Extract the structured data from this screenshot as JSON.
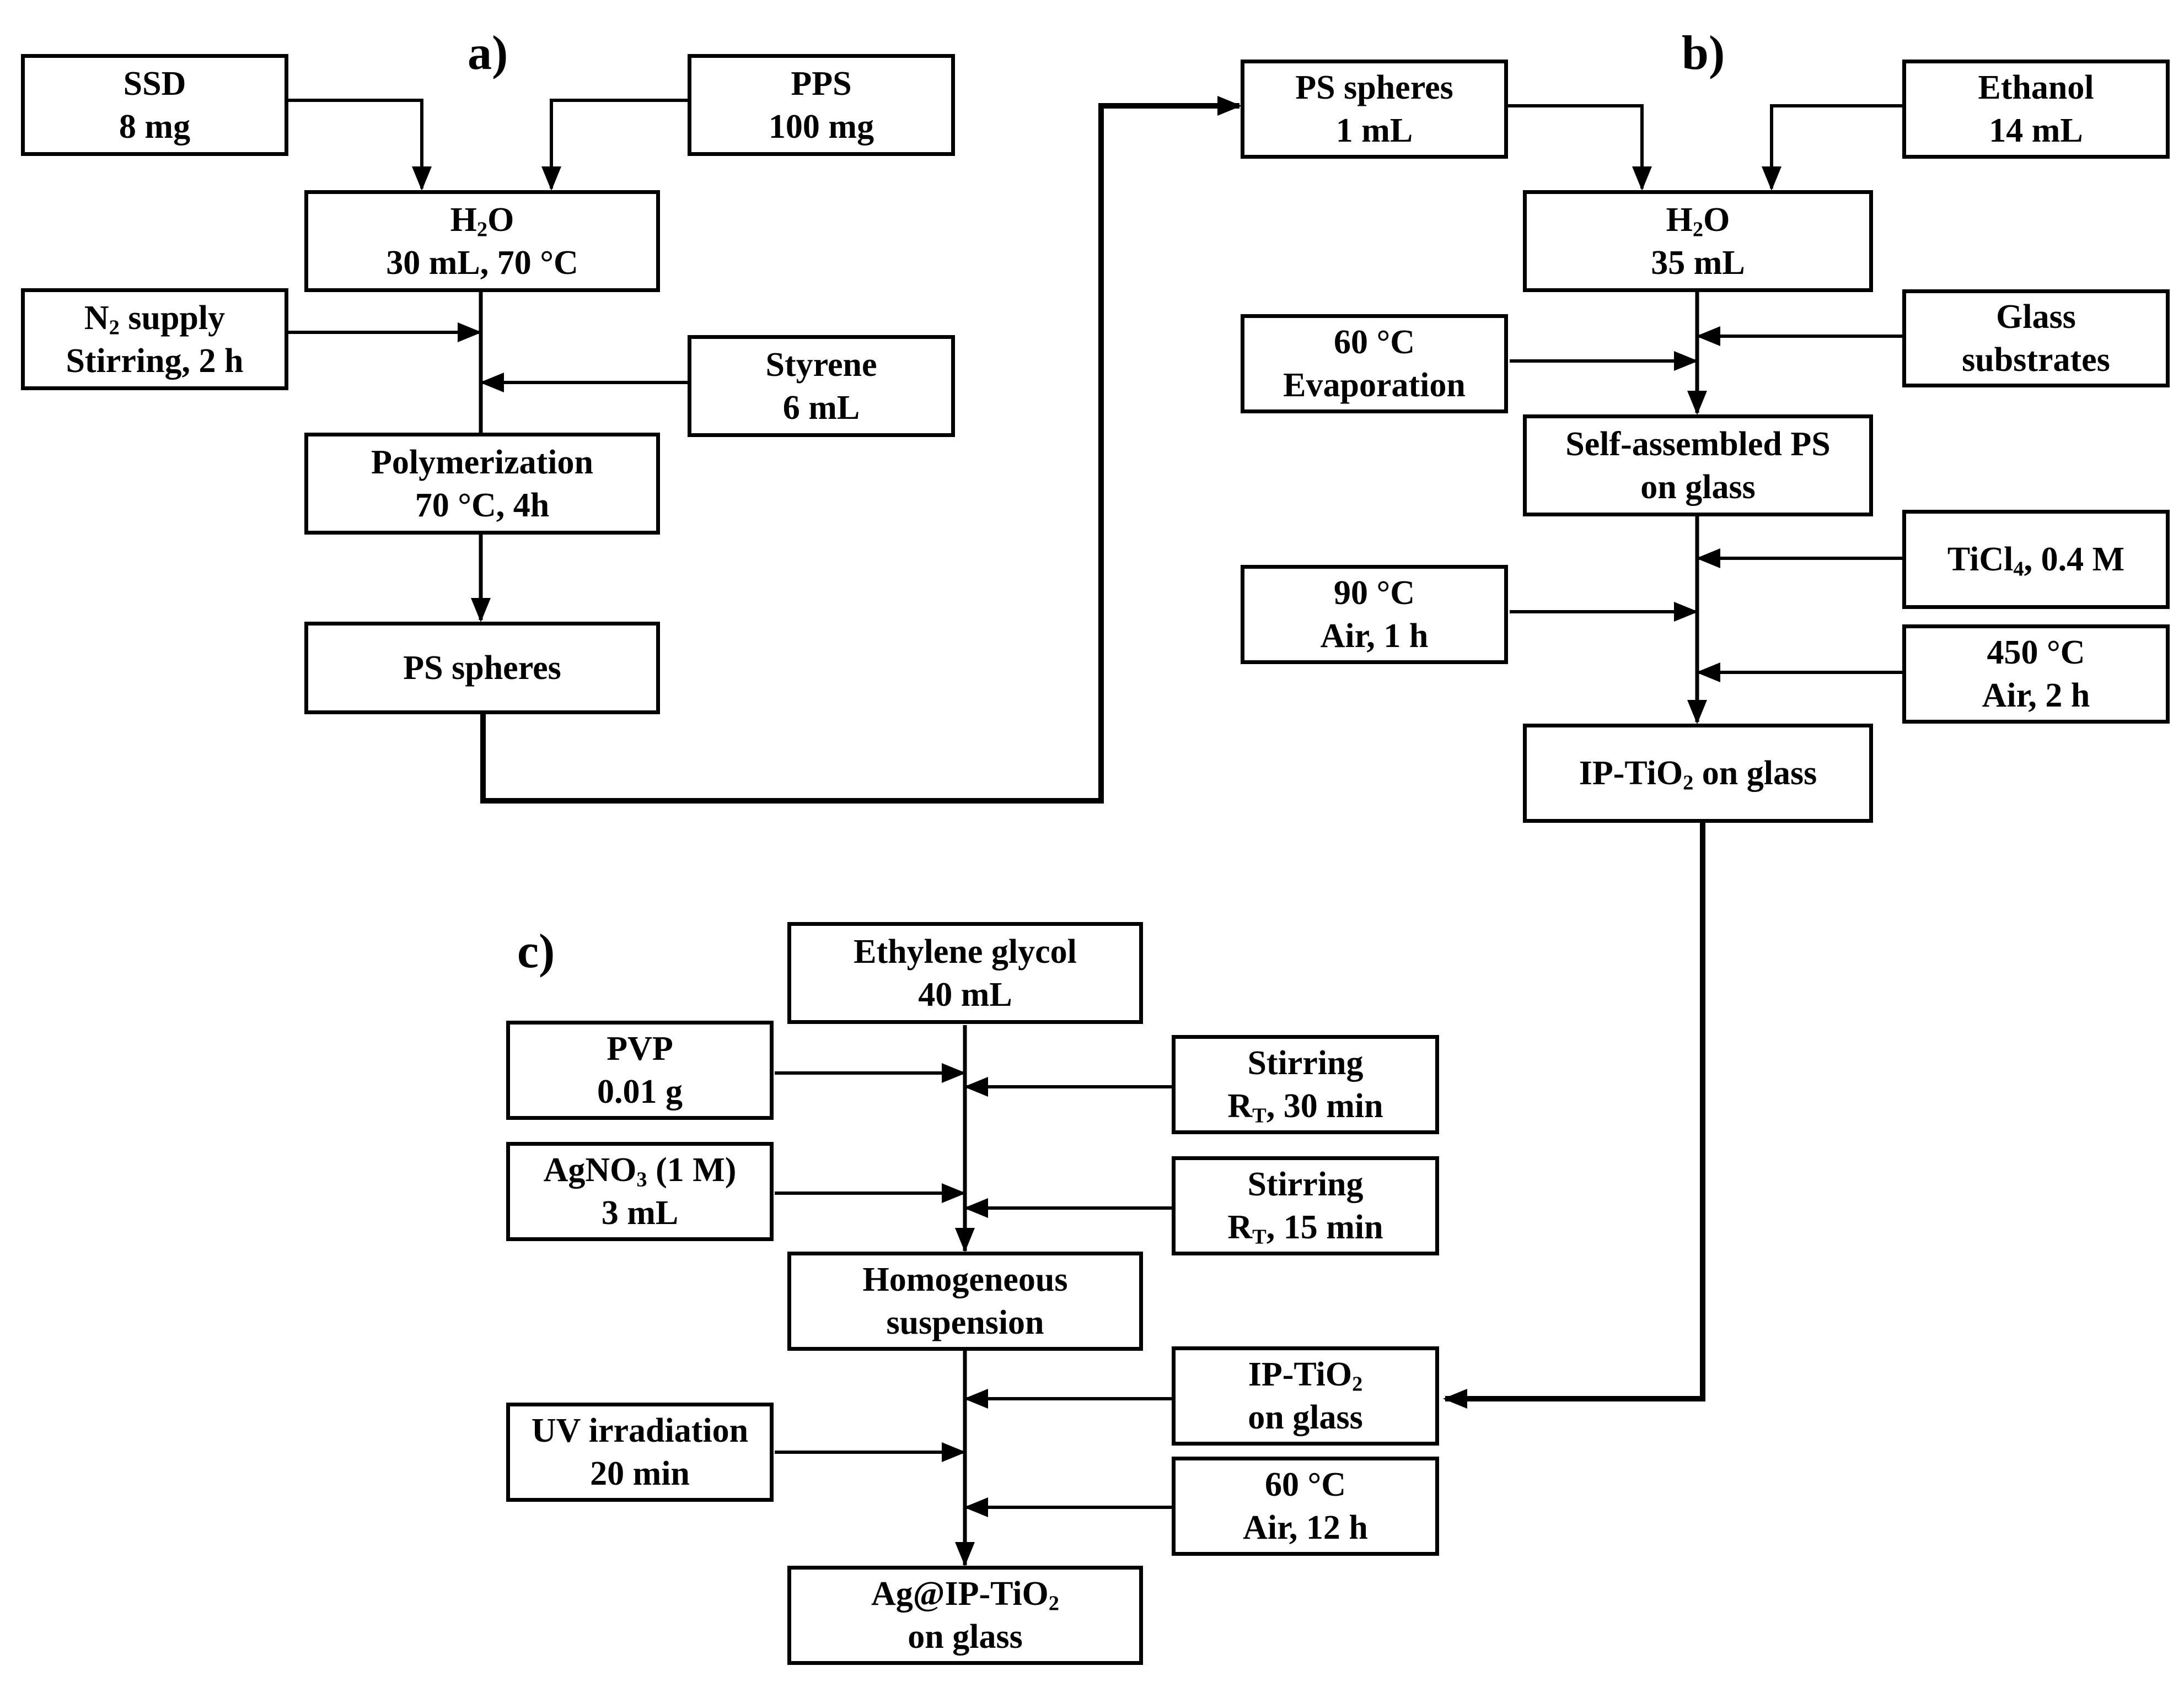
{
  "colors": {
    "stroke": "#000000",
    "background": "#ffffff"
  },
  "panels": {
    "a": {
      "label": "a)"
    },
    "b": {
      "label": "b)"
    },
    "c": {
      "label": "c)"
    }
  },
  "nodes": {
    "ssd": {
      "lines": [
        "SSD",
        "8 mg"
      ]
    },
    "pps": {
      "lines": [
        "PPS",
        "100 mg"
      ]
    },
    "h2o_a": {
      "lines": [
        "H{2}O",
        "30 mL, 70 °C"
      ]
    },
    "n2_supply": {
      "lines": [
        "N{2} supply",
        "Stirring, 2 h"
      ]
    },
    "styrene": {
      "lines": [
        "Styrene",
        "6 mL"
      ]
    },
    "polymerization": {
      "lines": [
        "Polymerization",
        "70 °C, 4h"
      ]
    },
    "ps_spheres_a": {
      "lines": [
        "PS spheres"
      ]
    },
    "ps_spheres_b": {
      "lines": [
        "PS spheres",
        "1 mL"
      ]
    },
    "ethanol": {
      "lines": [
        "Ethanol",
        "14 mL"
      ]
    },
    "h2o_b": {
      "lines": [
        "H{2}O",
        "35 mL"
      ]
    },
    "evaporation": {
      "lines": [
        "60 °C",
        "Evaporation"
      ]
    },
    "glass_substrates": {
      "lines": [
        "Glass",
        "substrates"
      ]
    },
    "self_assembled": {
      "lines": [
        "Self-assembled PS",
        "on glass"
      ]
    },
    "ticl4": {
      "lines": [
        "TiCl{4}, 0.4 M"
      ]
    },
    "air_90": {
      "lines": [
        "90 °C",
        "Air, 1 h"
      ]
    },
    "air_450": {
      "lines": [
        "450 °C",
        "Air, 2 h"
      ]
    },
    "ip_tio2_b": {
      "lines": [
        "IP-TiO{2} on glass"
      ]
    },
    "ethylene_glycol": {
      "lines": [
        "Ethylene glycol",
        "40 mL"
      ]
    },
    "pvp": {
      "lines": [
        "PVP",
        "0.01 g"
      ]
    },
    "stirring_30": {
      "lines": [
        "Stirring",
        "R{T}, 30 min"
      ]
    },
    "agno3": {
      "lines": [
        "AgNO{3} (1 M)",
        "3 mL"
      ]
    },
    "stirring_15": {
      "lines": [
        "Stirring",
        "R{T}, 15 min"
      ]
    },
    "homogeneous": {
      "lines": [
        "Homogeneous",
        "suspension"
      ]
    },
    "ip_tio2_c": {
      "lines": [
        "IP-TiO{2}",
        "on glass"
      ]
    },
    "uv": {
      "lines": [
        "UV irradiation",
        "20 min"
      ]
    },
    "air_60": {
      "lines": [
        "60 °C",
        "Air, 12 h"
      ]
    },
    "ag_ip_tio2": {
      "lines": [
        "Ag@IP-TiO{2}",
        "on glass"
      ]
    }
  }
}
